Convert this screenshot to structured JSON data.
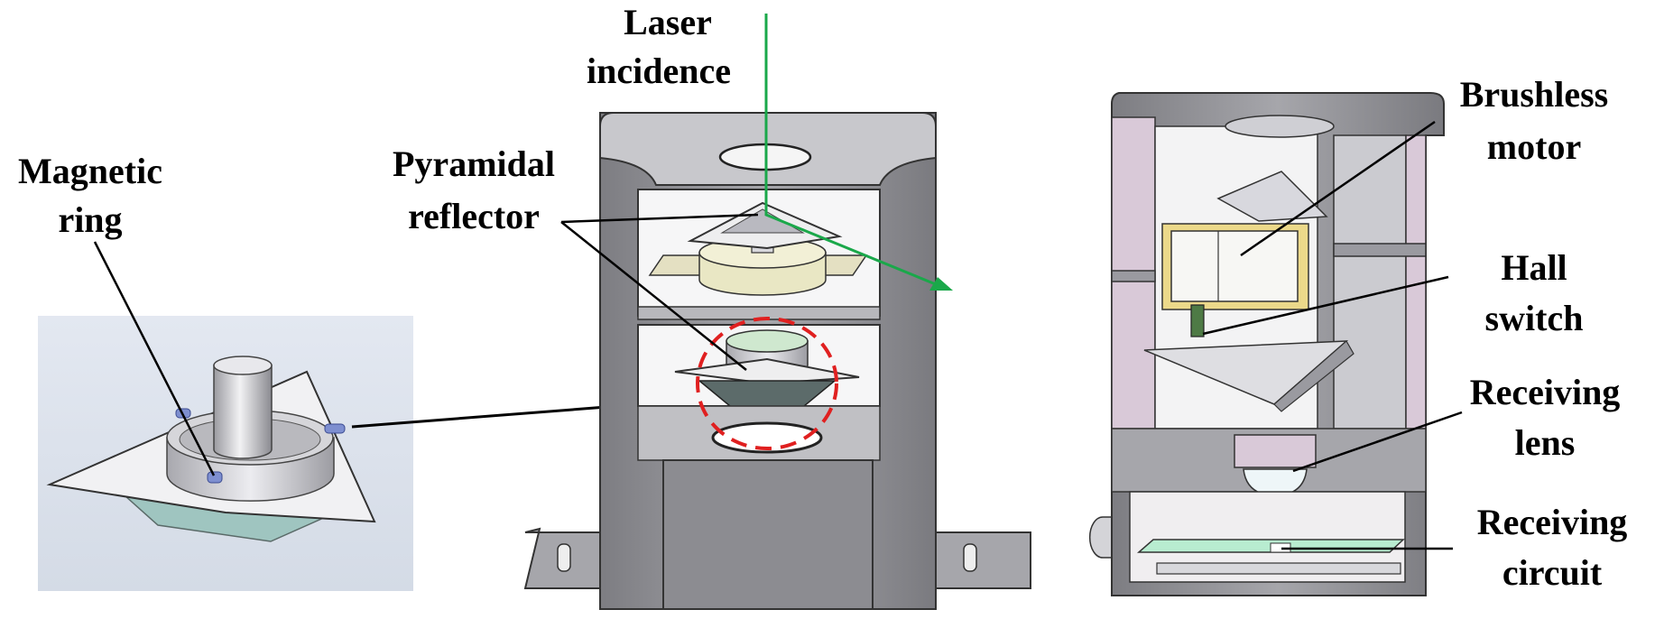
{
  "labels": {
    "laser_line1": "Laser",
    "laser_line2": "incidence",
    "magnetic_line1": "Magnetic",
    "magnetic_line2": "ring",
    "pyramidal_line1": "Pyramidal",
    "pyramidal_line2": "reflector",
    "brushless_line1": "Brushless",
    "brushless_line2": "motor",
    "hall_line1": "Hall",
    "hall_line2": "switch",
    "rlens_line1": "Receiving",
    "rlens_line2": "lens",
    "rcircuit_line1": "Receiving",
    "rcircuit_line2": "circuit"
  },
  "colors": {
    "laser_beam": "#1aa84a",
    "highlight_circle": "#e02020",
    "housing": "#8e8e92",
    "housing_light": "#c4c4c8",
    "interior": "#d9c9d8",
    "motor": "#e8e8c0",
    "circuit_board": "#b8ecd0",
    "detail_background": "#dde4ee"
  }
}
